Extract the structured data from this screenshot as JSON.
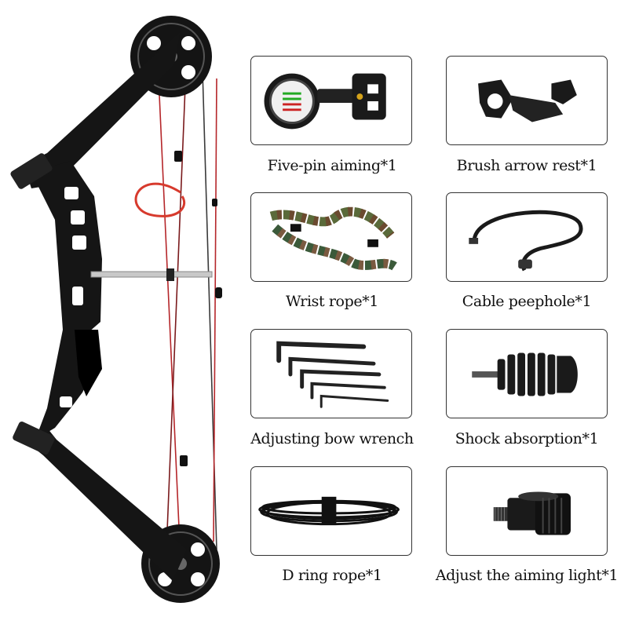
{
  "accessories": [
    {
      "label": "Five-pin aiming*1",
      "icon": "five-pin-sight-icon"
    },
    {
      "label": "Brush arrow rest*1",
      "icon": "arrow-rest-icon"
    },
    {
      "label": "Wrist rope*1",
      "icon": "wrist-rope-icon"
    },
    {
      "label": "Cable peephole*1",
      "icon": "peep-sight-icon"
    },
    {
      "label": "Adjusting bow wrench",
      "icon": "hex-wrench-icon"
    },
    {
      "label": "Shock absorption*1",
      "icon": "stabilizer-icon"
    },
    {
      "label": "D ring rope*1",
      "icon": "d-loop-rope-icon"
    },
    {
      "label": "Adjust the aiming light*1",
      "icon": "sight-light-icon"
    }
  ],
  "colors": {
    "bow_black": "#111111",
    "string_red": "#b5262a",
    "border": "#333333",
    "text": "#111111"
  }
}
